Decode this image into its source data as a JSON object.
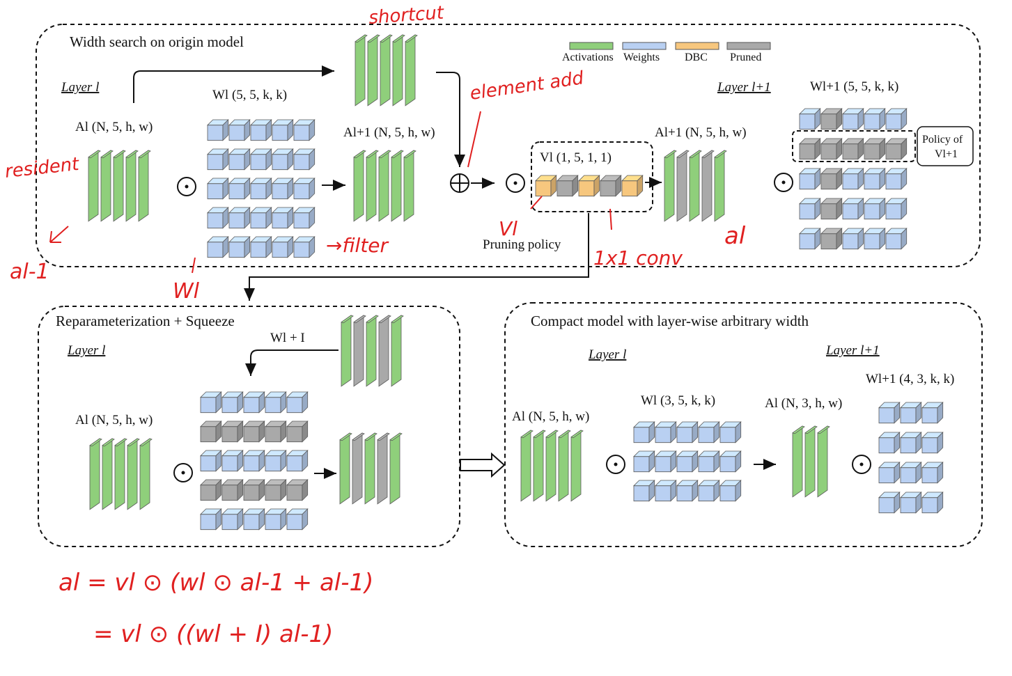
{
  "colors": {
    "activations": "#8fcf7b",
    "weights": "#b9d0f2",
    "dbc": "#f7c77e",
    "pruned": "#a9a9a9",
    "annotation": "#e02020"
  },
  "legend": {
    "activations": "Activations",
    "weights": "Weights",
    "dbc": "DBC",
    "pruned": "Pruned"
  },
  "panel_top": {
    "title": "Width search on origin model",
    "layer_l": "Layer l",
    "layer_l1": "Layer l+1",
    "a_l": "Al (N, 5, h, w)",
    "w_l": "Wl (5, 5, k, k)",
    "a_l1_mid": "Al+1 (N, 5, h, w)",
    "v_l": "Vl (1, 5, 1, 1)",
    "a_l1_right": "Al+1 (N, 5, h, w)",
    "w_l1": "Wl+1 (5, 5, k, k)",
    "pruning_policy": "Pruning policy",
    "policy_of_1": "Policy of",
    "policy_of_2": "Vl+1"
  },
  "panel_left": {
    "title": "Reparameterization + Squeeze",
    "layer_l": "Layer l",
    "w_plus_i": "Wl + I",
    "a_l": "Al (N, 5, h, w)"
  },
  "panel_right": {
    "title": "Compact model with layer-wise arbitrary width",
    "layer_l": "Layer l",
    "layer_l1": "Layer l+1",
    "a_l": "Al (N, 5, h, w)",
    "w_l": "Wl (3, 5, k, k)",
    "a_l_3": "Al (N, 3, h, w)",
    "w_l1": "Wl+1 (4, 3, k, k)"
  },
  "annotations": {
    "shortcut": "shortcut",
    "element_add": "element add",
    "resident": "resident",
    "a_prev": "al-1",
    "filter": "→filter",
    "v_l": "Vl",
    "conv": "1x1 conv",
    "a_l": "al",
    "w_l": "Wl",
    "eq1": "al = vl ⊙ (wl ⊙ al-1 + al-1)",
    "eq2": "= vl ⊙ ((wl + I) al-1)"
  },
  "symbols": {
    "odot": "⊙",
    "oplus": "⊕"
  }
}
